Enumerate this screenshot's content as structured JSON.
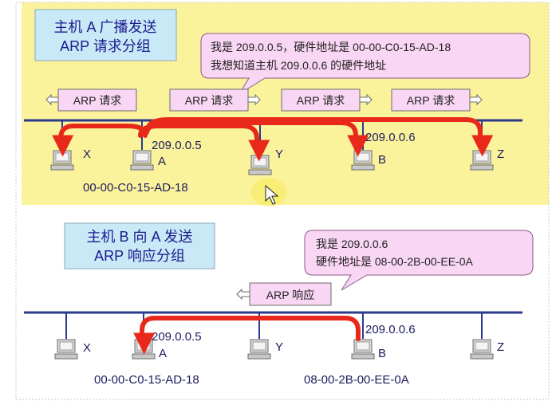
{
  "top": {
    "title_lines": [
      "主机 A 广播发送",
      "ARP 请求分组"
    ],
    "bubble_lines": [
      "我是 209.0.0.5，硬件地址是 00-00-C0-15-AD-18",
      "我想知道主机 209.0.0.6 的硬件地址"
    ],
    "arp_labels": [
      "ARP 请求",
      "ARP 请求",
      "ARP 请求",
      "ARP 请求"
    ],
    "hosts": [
      {
        "id": "X",
        "label": "X"
      },
      {
        "id": "A",
        "label": "A",
        "ip": "209.0.0.5",
        "mac": "00-00-C0-15-AD-18"
      },
      {
        "id": "Y",
        "label": "Y"
      },
      {
        "id": "B",
        "label": "B",
        "ip": "209.0.0.6"
      },
      {
        "id": "Z",
        "label": "Z"
      }
    ]
  },
  "bottom": {
    "title_lines": [
      "主机 B 向 A 发送",
      "ARP 响应分组"
    ],
    "bubble_lines": [
      "我是 209.0.0.6",
      "硬件地址是 08-00-2B-00-EE-0A"
    ],
    "arp_label": "ARP 响应",
    "hosts": [
      {
        "id": "X",
        "label": "X"
      },
      {
        "id": "A",
        "label": "A",
        "ip": "209.0.0.5",
        "mac": "00-00-C0-15-AD-18"
      },
      {
        "id": "Y",
        "label": "Y"
      },
      {
        "id": "B",
        "label": "B",
        "ip": "209.0.0.6",
        "mac": "08-00-2B-00-EE-0A"
      },
      {
        "id": "Z",
        "label": "Z"
      }
    ]
  },
  "colors": {
    "top_bg": "#fbf39b",
    "title_box": "#c9e9f7",
    "bubble": "#f9d6f3",
    "arrow": "#e8281a",
    "bus": "#2c3a8c"
  }
}
